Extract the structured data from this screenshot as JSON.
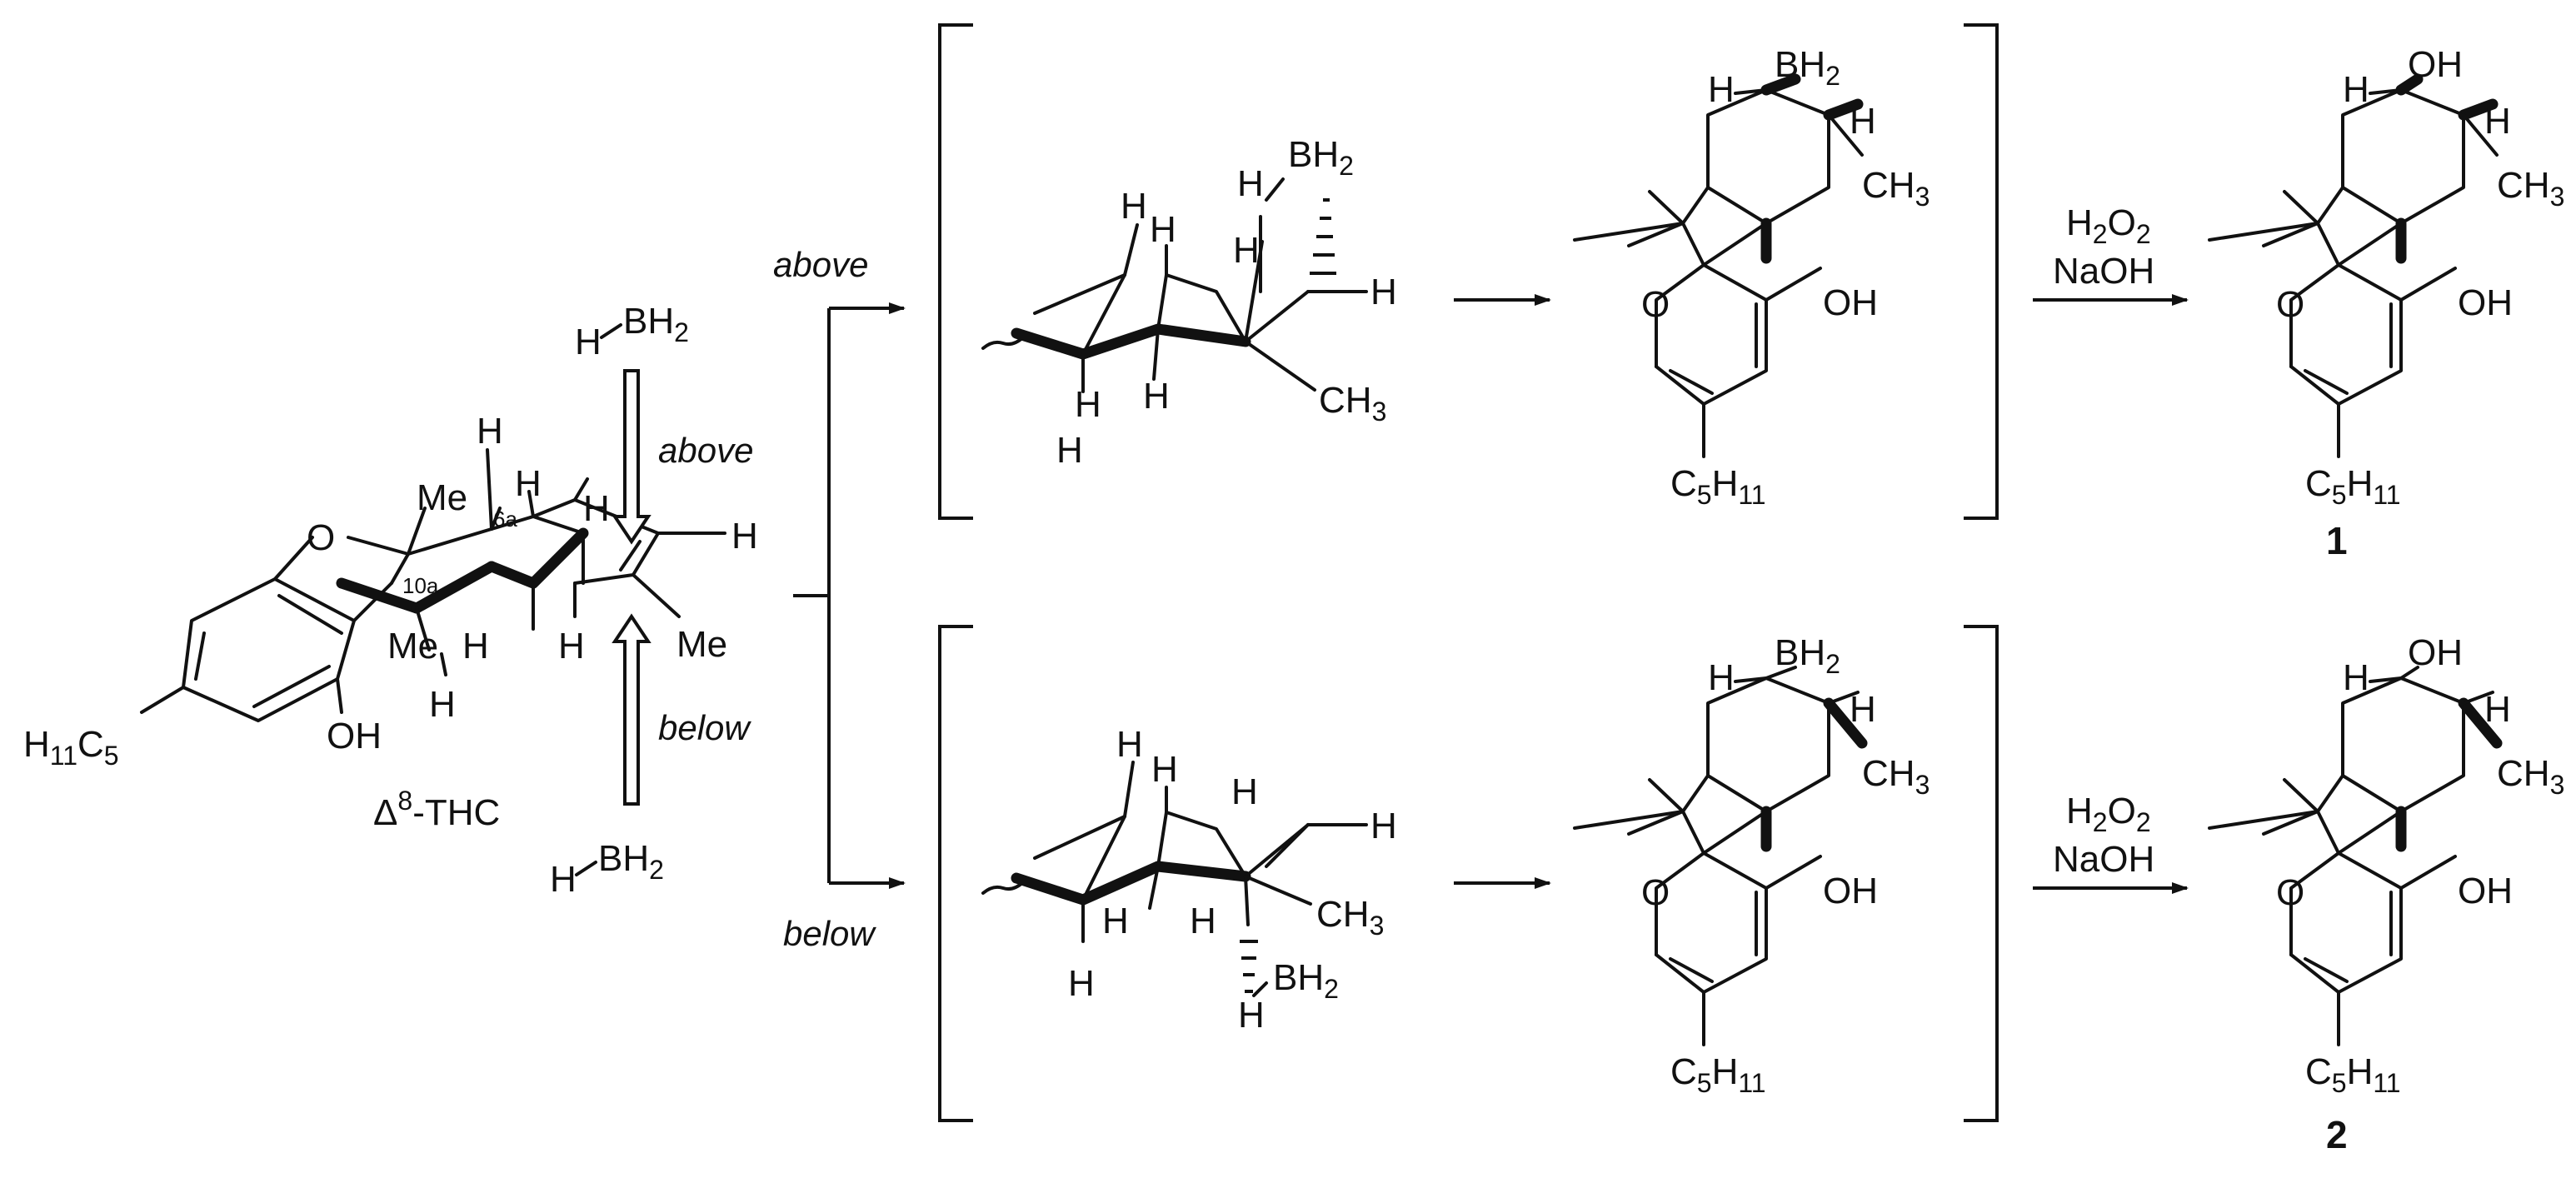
{
  "reactant": {
    "name_prefix": "Δ",
    "name_sup": "8",
    "name_suffix": "-THC",
    "atom_O": "O",
    "me_top": "Me",
    "me_bottom": "Me",
    "me_right": "Me",
    "oh": "OH",
    "pentyl_H": "H",
    "pentyl_H_sub": "11",
    "pentyl_C": "C",
    "pentyl_C_sub": "5",
    "label_6a": "6a",
    "label_10a": "10a",
    "h": "H"
  },
  "reagent": {
    "h": "H",
    "b": "BH",
    "b_sub": "2"
  },
  "attack": {
    "above": "above",
    "below": "below"
  },
  "intermediate": {
    "bh2": "BH",
    "bh2_sub": "2",
    "ch3": "CH",
    "ch3_sub": "3",
    "h": "H",
    "o": "O",
    "oh": "OH",
    "c5": "C",
    "c5_sub": "5",
    "h11_sub": "11"
  },
  "conditions": {
    "h2o2_H": "H",
    "h2o2_2a": "2",
    "h2o2_O": "O",
    "h2o2_2b": "2",
    "naoh": "NaOH"
  },
  "products": {
    "oh": "OH",
    "compound_1": "1",
    "compound_2": "2"
  }
}
